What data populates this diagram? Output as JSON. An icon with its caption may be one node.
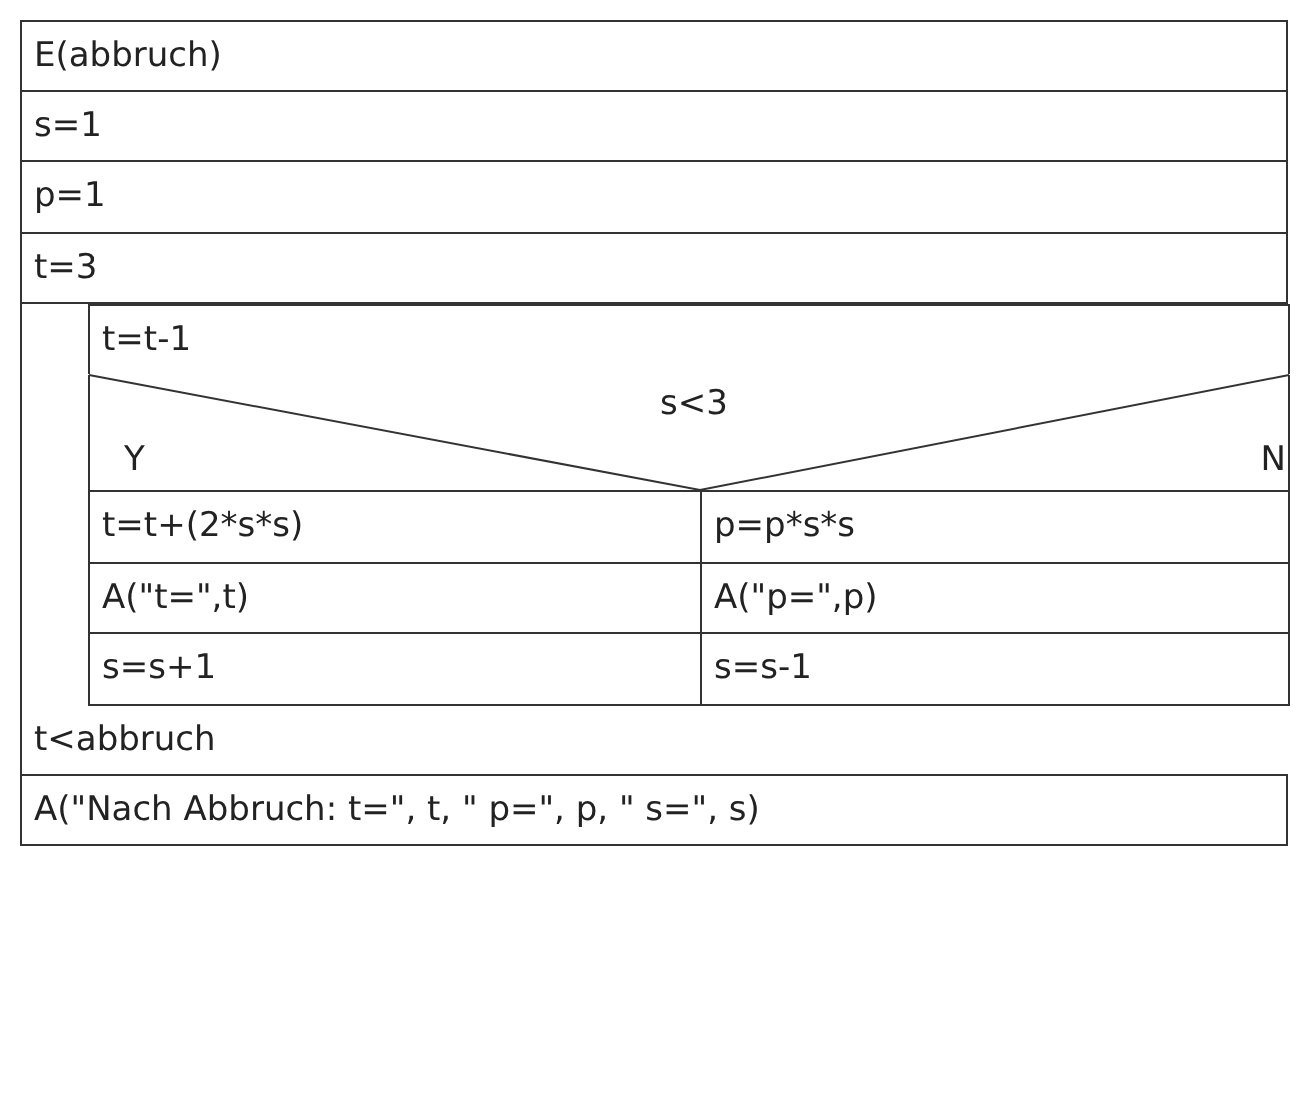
{
  "diagram": {
    "nodes": [
      {
        "text": [
          "E(abbruch)"
        ]
      },
      {
        "text": [
          "s=1"
        ]
      },
      {
        "text": [
          "p=1"
        ]
      },
      {
        "text": [
          "t=3"
        ]
      },
      {
        "text": [
          "t<abbruch"
        ]
      },
      {
        "text": [
          "t=t-1"
        ],
        "in": 4
      },
      {
        "text": [
          "s<3",
          "Y",
          "N"
        ],
        "in": 4
      },
      {
        "text": [
          "t=t+(2*s*s)"
        ],
        "in": 6
      },
      {
        "text": [
          "p=p*s*s"
        ],
        "in": 6
      },
      {
        "text": [
          "A(\"t=\",t)"
        ],
        "in": 6
      },
      {
        "text": [
          "A(\"p=\",p)"
        ],
        "in": 6
      },
      {
        "text": [
          "s=s+1"
        ],
        "in": 6
      },
      {
        "text": [
          "s=s-1"
        ],
        "in": 6
      },
      {
        "text": [
          "A(\"Nach Abbruch: t=\", t, \" p=\", p, \" s=\", s)"
        ]
      }
    ]
  }
}
